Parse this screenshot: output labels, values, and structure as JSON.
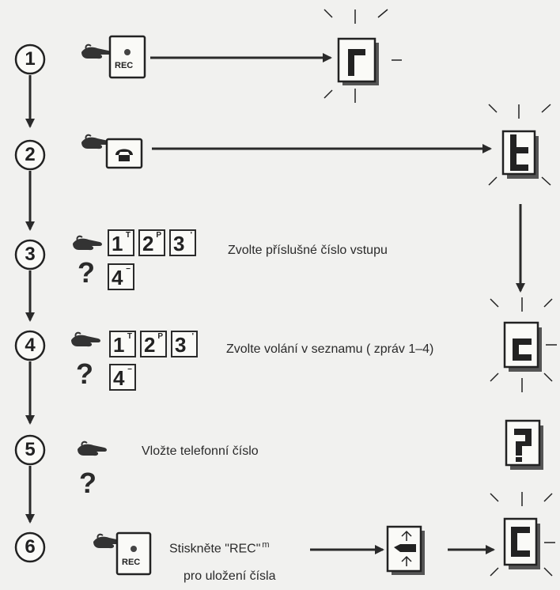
{
  "steps": [
    "1",
    "2",
    "3",
    "4",
    "5",
    "6"
  ],
  "keys": {
    "k1": {
      "num": "1",
      "sup": "T"
    },
    "k2": {
      "num": "2",
      "sup": "P"
    },
    "k3": {
      "num": "3",
      "sup": "'"
    },
    "k4": {
      "num": "4",
      "sup": "−"
    }
  },
  "rec_label": "REC",
  "question_mark": "?",
  "text": {
    "step3": "Zvolte příslušné číslo vstupu",
    "step4": "Zvolte volání v seznamu ( zpráv 1–4)",
    "step5": "Vložte telefonní číslo",
    "step6_line1": "Stiskněte \"REC\"",
    "step6_sup": "m",
    "step6_line2": "pro uložení čísla"
  },
  "colors": {
    "ink": "#2a2a2a",
    "paper": "#f1f1ef"
  }
}
